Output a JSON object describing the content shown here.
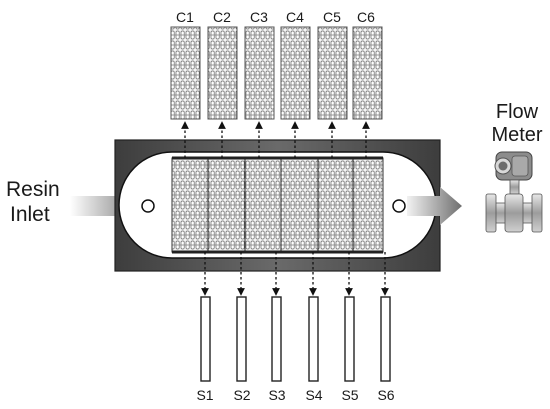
{
  "labels": {
    "resin_inlet_line1": "Resin",
    "resin_inlet_line2": "Inlet",
    "flow_meter_line1": "Flow",
    "flow_meter_line2": "Meter"
  },
  "coupons": [
    "C1",
    "C2",
    "C3",
    "C4",
    "C5",
    "C6"
  ],
  "sensors": [
    "S1",
    "S2",
    "S3",
    "S4",
    "S5",
    "S6"
  ],
  "colors": {
    "mold_frame": "#4a4a4a",
    "arrow_gray": "#9a9a9a",
    "weave": "#6f6f6f",
    "sensor_stroke": "#222222"
  },
  "icons": {
    "flow_meter": "flow-meter-device-icon",
    "inlet_port": "inlet-port-icon",
    "outlet_port": "outlet-port-icon"
  }
}
